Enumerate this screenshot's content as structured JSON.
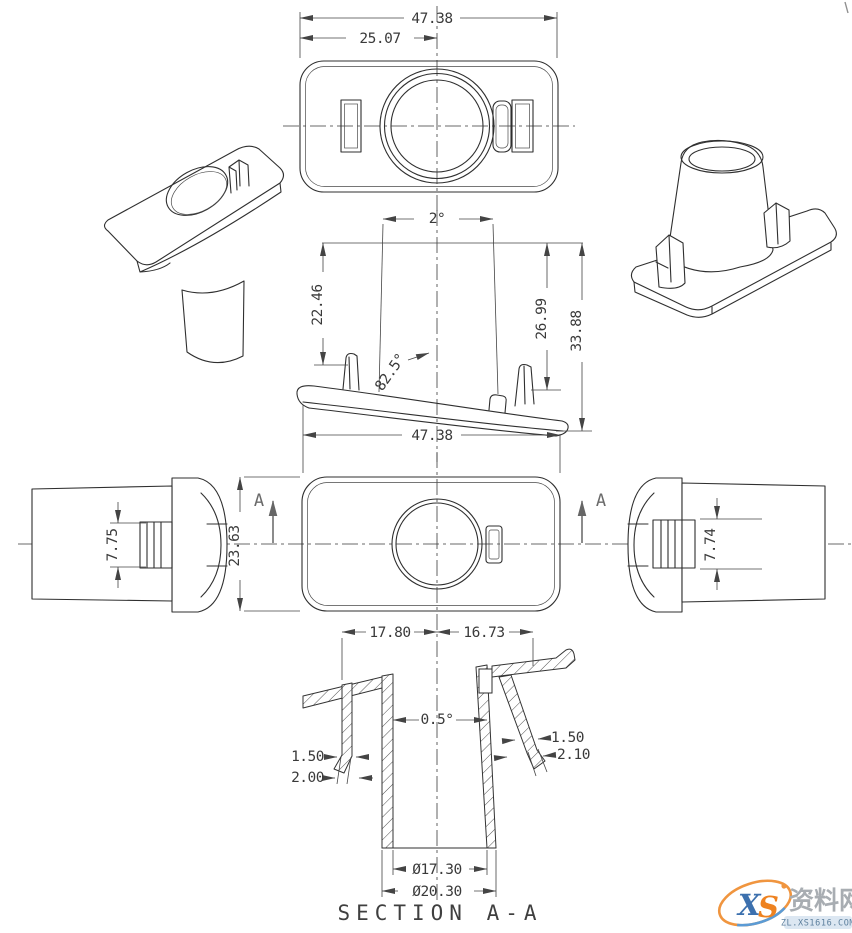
{
  "drawing": {
    "dims": {
      "top_width": "47.38",
      "top_half": "25.07",
      "taper_angle": "2°",
      "height_left": "22.46",
      "height_mid": "26.99",
      "height_overall": "33.88",
      "clip_angle": "82.5°",
      "overall_width": "47.38",
      "front_height": "23.63",
      "left_boss_height": "7.75",
      "right_boss_height": "7.74",
      "flange_left": "17.80",
      "flange_right": "16.73",
      "draft_angle": "0.5°",
      "left_wall": "1.50",
      "left_base": "2.00",
      "right_wall": "1.50",
      "right_base": "2.10",
      "bore_inner": "Ø17.30",
      "bore_outer": "Ø20.30"
    },
    "section": {
      "label": "SECTION A-A",
      "marker": "A"
    }
  },
  "watermark": {
    "letter_x": "X",
    "letter_s": "S",
    "site": "资料网",
    "url": "ZL.XS1616.COM",
    "orange": "#ee8220",
    "blue": "#3c70ae",
    "ring_orange": "#f0953f",
    "ring_blue": "#5b9bd5",
    "gray": "#a8adb2",
    "bar_bg": "#dce7f2",
    "url_color": "#5c7f9d"
  }
}
